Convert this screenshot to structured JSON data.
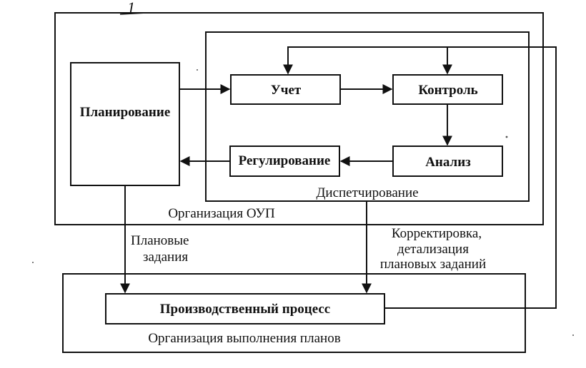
{
  "figure_mark": "1",
  "containers": {
    "oup": "Организация ОУП",
    "dispatching": "Диспетчирование",
    "execution": "Организация выполнения планов"
  },
  "blocks": {
    "planning": "Планирование",
    "accounting": "Учет",
    "control": "Контроль",
    "analysis": "Анализ",
    "regulation": "Регулирование",
    "production": "Производственный процесс"
  },
  "flows": {
    "plan_tasks": [
      "Плановые",
      "задания"
    ],
    "correction": [
      "Корректировка,",
      "детализация",
      "плановых заданий"
    ]
  }
}
